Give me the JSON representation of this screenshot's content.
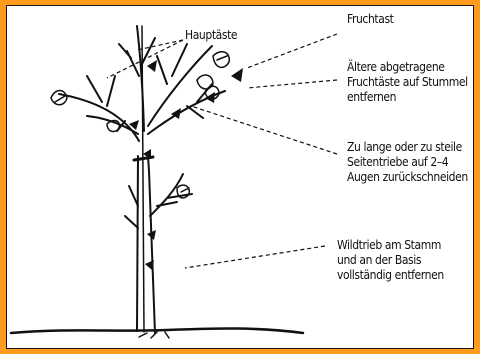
{
  "colors": {
    "frame": "#ff9a1a",
    "panel": "#ffffff",
    "ink": "#111111"
  },
  "labels": {
    "hauptaeste": "Hauptäste",
    "fruchtast": "Fruchtast",
    "aeltere": "Ältere abgetragene\nFruchtäste auf Stummel\nentfernen",
    "seitentriebe": "Zu lange oder zu steile\nSeitentriebe auf 2–4\nAugen zurückschneiden",
    "wildtrieb": "Wildtrieb am Stamm\nund an der Basis\nvollständig entfernen"
  }
}
